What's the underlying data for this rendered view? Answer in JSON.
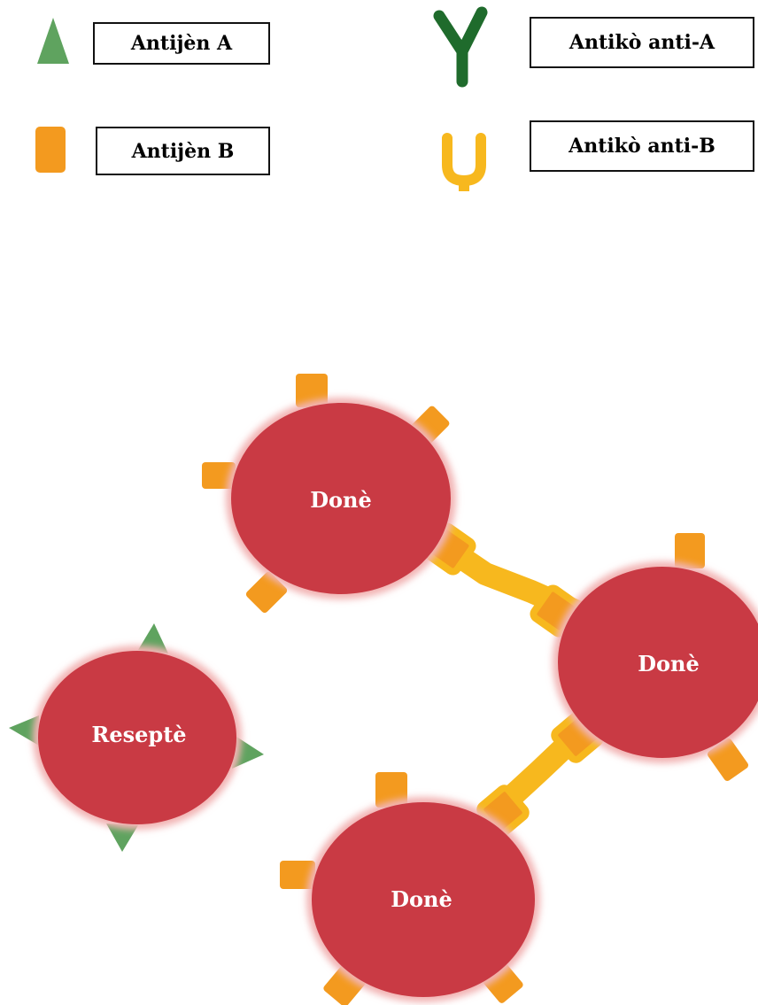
{
  "legend": {
    "antigen_a": "Antijèn A",
    "antigen_b": "Antijèn B",
    "antibody_anti_a": "Antikò anti-A",
    "antibody_anti_b": "Antikò anti-B"
  },
  "cells": {
    "donor_1": "Donè",
    "donor_2": "Donè",
    "donor_3": "Donè",
    "recipient": "Reseptè"
  },
  "colors": {
    "cell_fill": "#c93a44",
    "cell_glow": "#f2b4b4",
    "antigen_a": "#5fa35f",
    "antigen_b": "#f39a1f",
    "antibody_anti_a": "#1f6b2c",
    "antibody_anti_b": "#f7b81e"
  },
  "icons": [
    "triangle-antigen-a-icon",
    "square-antigen-b-icon",
    "y-antibody-anti-a-icon",
    "u-antibody-anti-b-icon"
  ]
}
